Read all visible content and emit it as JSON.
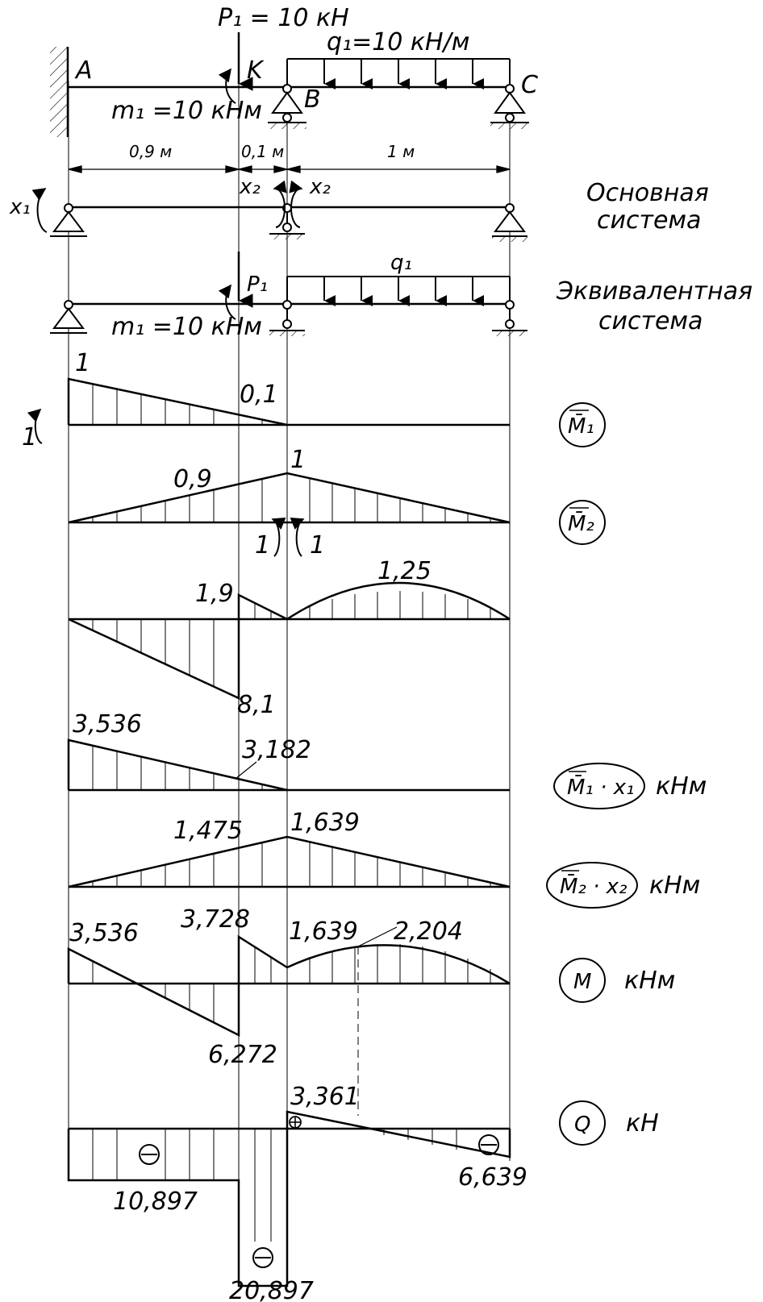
{
  "title": "",
  "labels": {
    "p1_load": "P₁ = 10 кН",
    "q1_load": "q₁=10 кН/м",
    "point_a": "A",
    "point_k": "K",
    "point_b": "B",
    "point_c": "C",
    "moment_m1": "m₁ =10 кНм",
    "dim_1": "0,9 м",
    "dim_2": "0,1 м",
    "dim_3": "1 м",
    "x1": "x₁",
    "x2_left": "x₂",
    "x2_right": "x₂",
    "basic_line1": "Основная",
    "basic_line2": "система",
    "p1_short": "P₁",
    "q1_short": "q₁",
    "moment_m1_eq": "m₁ =10 кНм",
    "equiv_line1": "Эквивалентная",
    "equiv_line2": "система",
    "unit_moment_x1": "1"
  },
  "diagrams": [
    {
      "id": "m1-unit",
      "name": "M̄₁",
      "unit": "",
      "values": [
        "1",
        "0,1"
      ]
    },
    {
      "id": "m2-unit",
      "name": "M̄₂",
      "unit": "",
      "values": [
        "0,9",
        "1",
        "1",
        "1"
      ]
    },
    {
      "id": "mp",
      "name": "",
      "unit": "",
      "values": [
        "1,9",
        "1,25",
        "8,1"
      ]
    },
    {
      "id": "m1x1",
      "name": "M̄₁ · x₁",
      "unit": "кНм",
      "values": [
        "3,536",
        "3,182"
      ]
    },
    {
      "id": "m2x2",
      "name": "M̄₂ · x₂",
      "unit": "кНм",
      "values": [
        "1,475",
        "1,639"
      ]
    },
    {
      "id": "m",
      "name": "M",
      "unit": "кНм",
      "values": [
        "3,536",
        "3,728",
        "1,639",
        "2,204",
        "6,272"
      ]
    },
    {
      "id": "q",
      "name": "Q",
      "unit": "кН",
      "values": [
        "3,361",
        "10,897",
        "20,897",
        "6,639"
      ]
    }
  ]
}
